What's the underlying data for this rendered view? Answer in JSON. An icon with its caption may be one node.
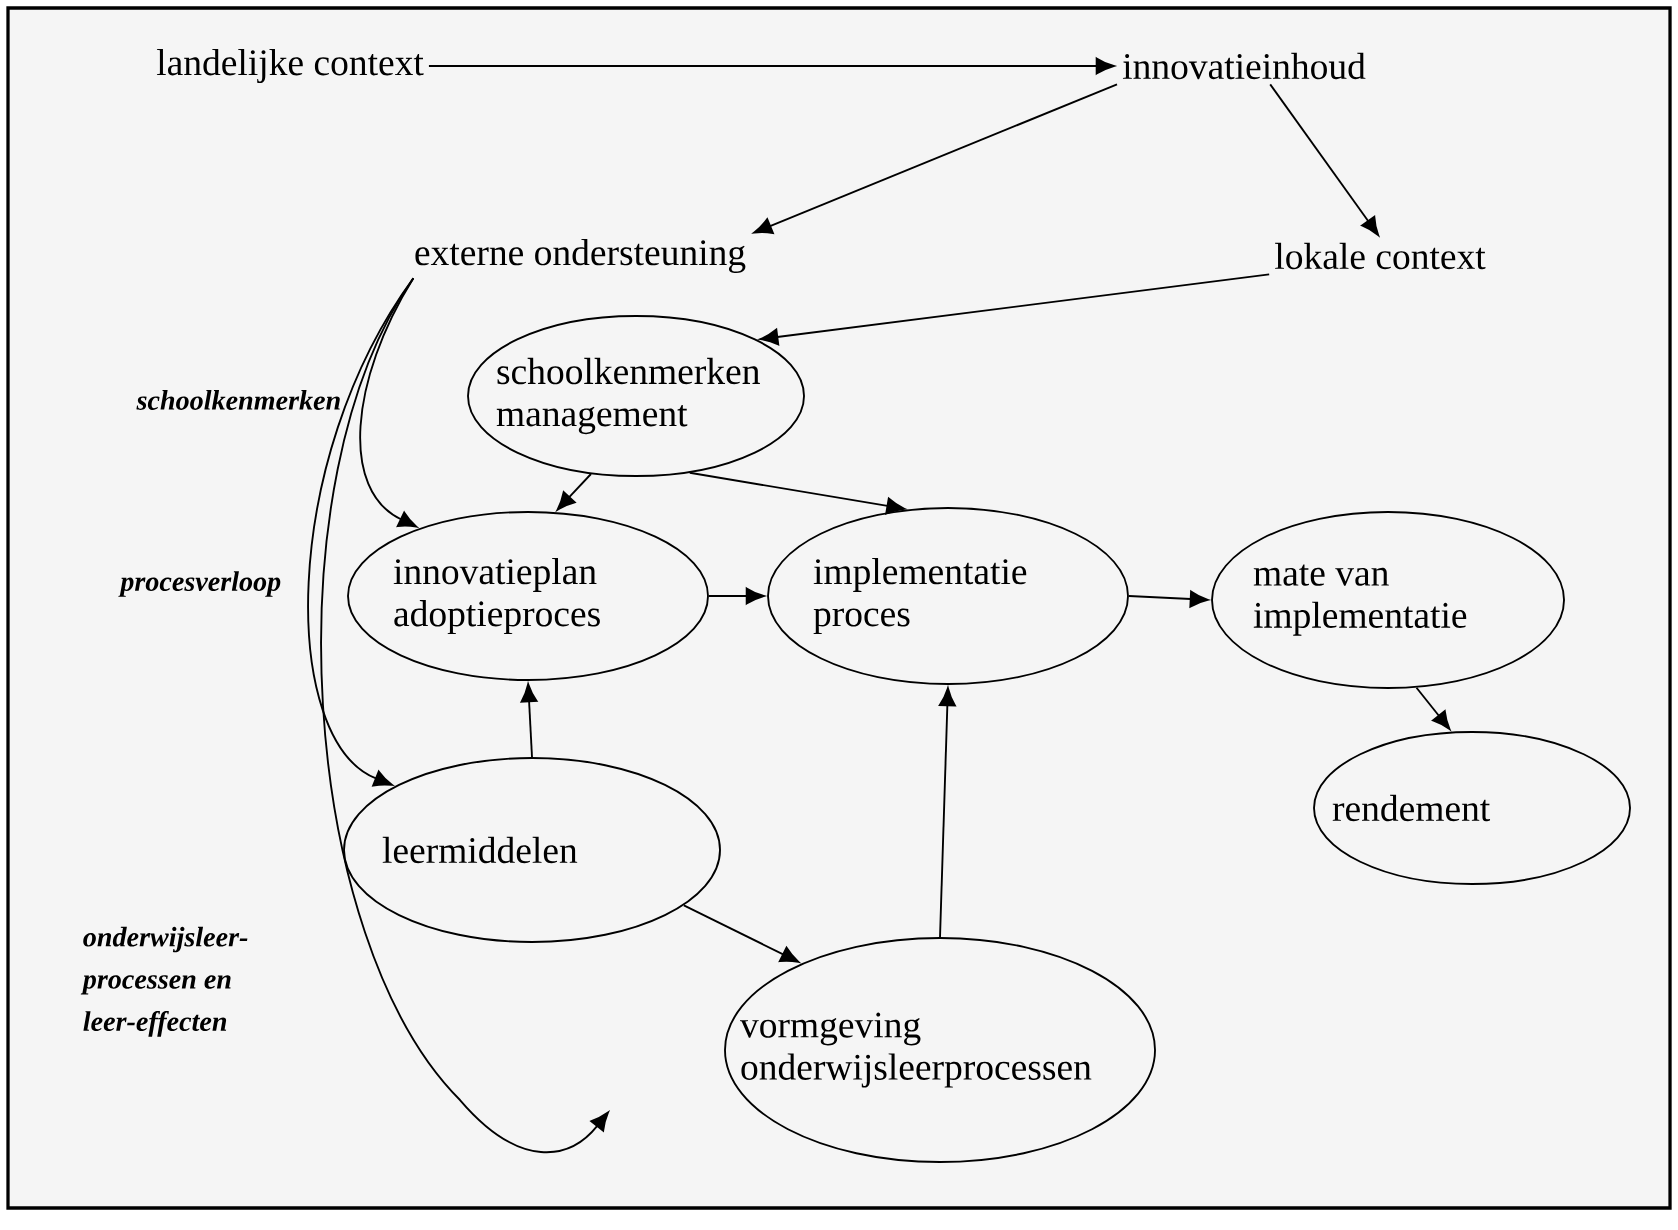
{
  "diagram": {
    "nodes": [
      {
        "text": [
          "landelijke context"
        ]
      },
      {
        "text": [
          "innovatieinhoud"
        ]
      },
      {
        "text": [
          "externe ondersteuning"
        ]
      },
      {
        "text": [
          "lokale context"
        ]
      },
      {
        "text": [
          "schoolkenmerken management"
        ]
      },
      {
        "text": [
          "innovatieplan adoptieproces"
        ]
      },
      {
        "text": [
          "implementatie proces"
        ]
      },
      {
        "text": [
          "mate van implementatie"
        ]
      },
      {
        "text": [
          "rendement"
        ]
      },
      {
        "text": [
          "leermiddelen"
        ]
      },
      {
        "text": [
          "vormgeving onderwijsleerprocessen"
        ]
      }
    ],
    "edges": [
      {
        "from": 0,
        "to": 1,
        "arrow": "to"
      },
      {
        "from": 1,
        "to": 2,
        "arrow": "to"
      },
      {
        "from": 1,
        "to": 3,
        "arrow": "to"
      },
      {
        "from": 3,
        "to": 4,
        "arrow": "to"
      },
      {
        "from": 2,
        "to": 5,
        "arrow": "to"
      },
      {
        "from": 2,
        "to": 9,
        "arrow": "to"
      },
      {
        "from": 2,
        "to": null,
        "arrow": "to"
      },
      {
        "from": 4,
        "to": 5,
        "arrow": "to"
      },
      {
        "from": 4,
        "to": 6,
        "arrow": "to"
      },
      {
        "from": 5,
        "to": 6,
        "arrow": "to"
      },
      {
        "from": 6,
        "to": 7,
        "arrow": "to"
      },
      {
        "from": 7,
        "to": 8,
        "arrow": "to"
      },
      {
        "from": 9,
        "to": 5,
        "arrow": "to"
      },
      {
        "from": 9,
        "to": 10,
        "arrow": "to"
      },
      {
        "from": 10,
        "to": 6,
        "arrow": "to"
      }
    ],
    "labels": [
      "schoolkenmerken",
      "procesverloop",
      "onderwijsleer-processen en leer-effecten"
    ]
  }
}
